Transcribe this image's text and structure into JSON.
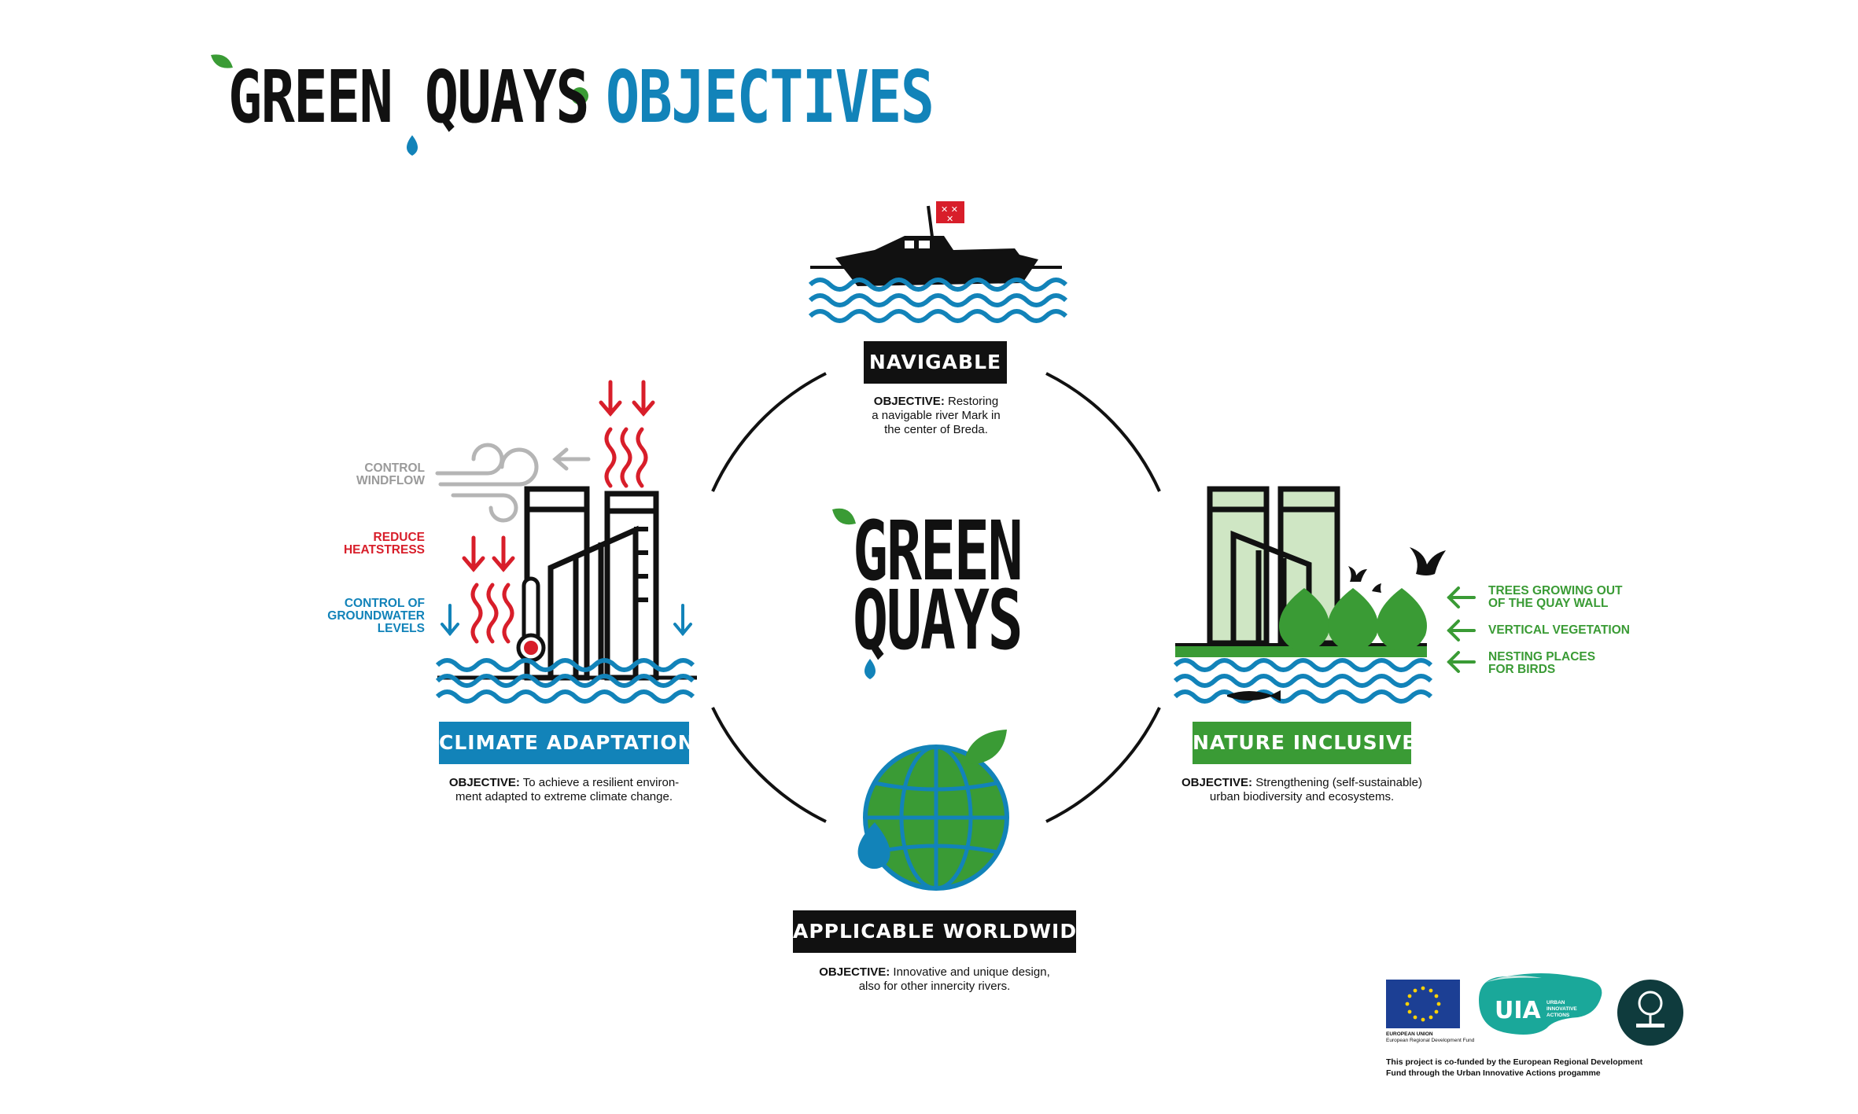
{
  "header": {
    "title_main": "GREEN QUAYS",
    "title_separator": "•",
    "title_sub": "OBJECTIVES"
  },
  "center_logo": {
    "line1": "GREEN",
    "line2": "QUAYS"
  },
  "objectives": {
    "navigable": {
      "label": "NAVIGABLE",
      "objective_prefix": "OBJECTIVE:",
      "text_line1": "Restoring",
      "text_line2": "a navigable river Mark in",
      "text_line3": "the center of Breda."
    },
    "climate": {
      "label": "CLIMATE ADAPTATION",
      "objective_prefix": "OBJECTIVE:",
      "text_line1": "To achieve a resilient environ-",
      "text_line2": "ment adapted to extreme climate change."
    },
    "nature": {
      "label": "NATURE INCLUSIVE",
      "objective_prefix": "OBJECTIVE:",
      "text_line1": "Strengthening (self-sustainable)",
      "text_line2": "urban biodiversity and ecosystems."
    },
    "worldwide": {
      "label": "APPLICABLE WORLDWIDE",
      "objective_prefix": "OBJECTIVE:",
      "text_line1": "Innovative and unique design,",
      "text_line2": "also for other innercity rivers."
    }
  },
  "climate_side": {
    "windflow_line1": "CONTROL",
    "windflow_line2": "WINDFLOW",
    "heat_line1": "REDUCE",
    "heat_line2": "HEATSTRESS",
    "ground_line1": "CONTROL OF",
    "ground_line2": "GROUNDWATER",
    "ground_line3": "LEVELS"
  },
  "nature_side": {
    "trees_line1": "TREES GROWING OUT",
    "trees_line2": "OF THE QUAY WALL",
    "vertical": "VERTICAL VEGETATION",
    "nesting_line1": "NESTING PLACES",
    "nesting_line2": "FOR BIRDS"
  },
  "footer": {
    "eu_line1": "EUROPEAN UNION",
    "eu_line2": "European Regional Development Fund",
    "uia_logo": "UIA",
    "uia_small_line1": "URBAN",
    "uia_small_line2": "INNOVATIVE",
    "uia_small_line3": "ACTIONS",
    "funding_line1": "This project is co-funded by the European Regional Development",
    "funding_line2": "Fund through the Urban Innovative Actions progamme"
  },
  "colors": {
    "black": "#111111",
    "blue": "#1283b9",
    "green": "#3a9b35",
    "red": "#d81e2a",
    "grey": "#9a9a9a",
    "light_green": "#cfe6c4",
    "eu_blue": "#1c3f94",
    "uia_teal": "#1aa89a",
    "dark_teal": "#0f3b3d"
  }
}
